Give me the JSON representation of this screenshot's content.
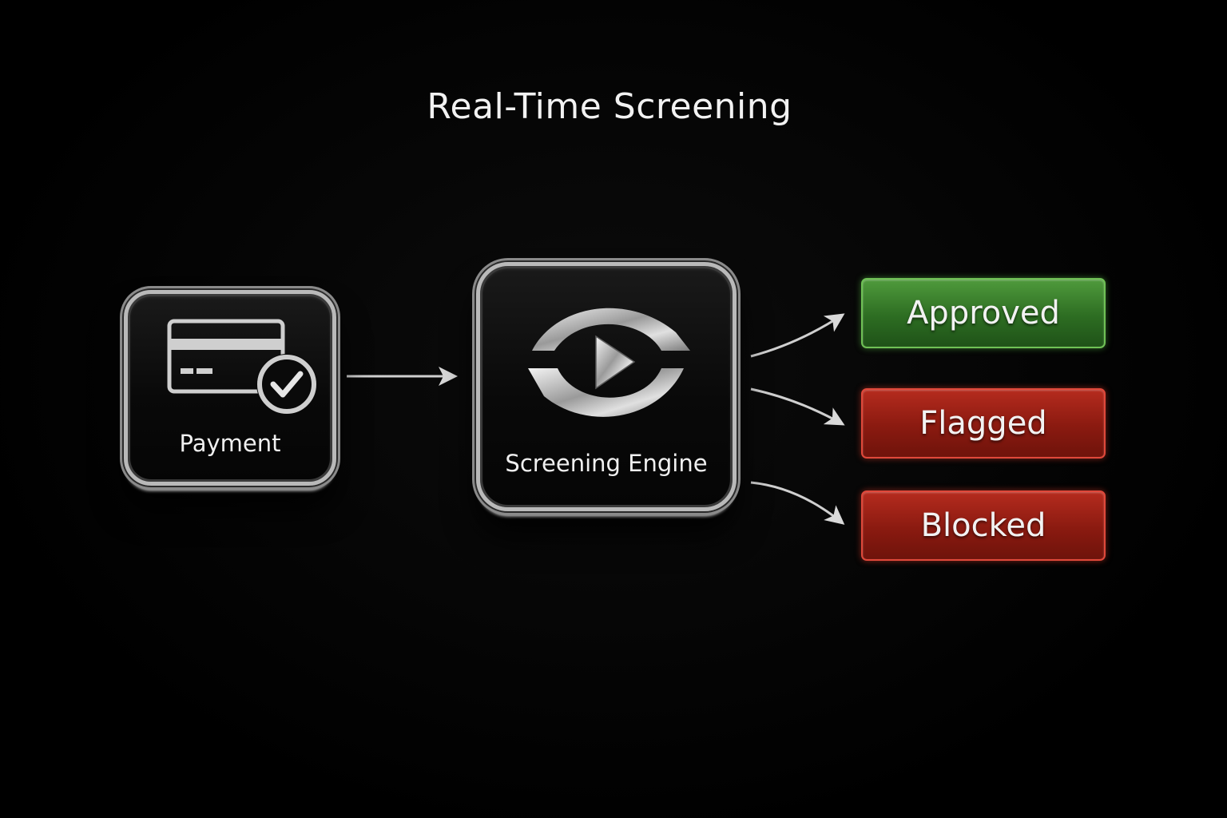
{
  "title": "Real-Time Screening",
  "nodes": {
    "payment": {
      "label": "Payment",
      "icon": "credit-card-check-icon"
    },
    "engine": {
      "label": "Screening Engine",
      "icon": "cycle-play-icon"
    }
  },
  "outcomes": [
    {
      "label": "Approved",
      "color": "#3f8a2f"
    },
    {
      "label": "Flagged",
      "color": "#a02216"
    },
    {
      "label": "Blocked",
      "color": "#a02216"
    }
  ],
  "colors": {
    "background": "#000000",
    "bezel": "#b9b9b9",
    "arrow": "#cfcfcf"
  }
}
